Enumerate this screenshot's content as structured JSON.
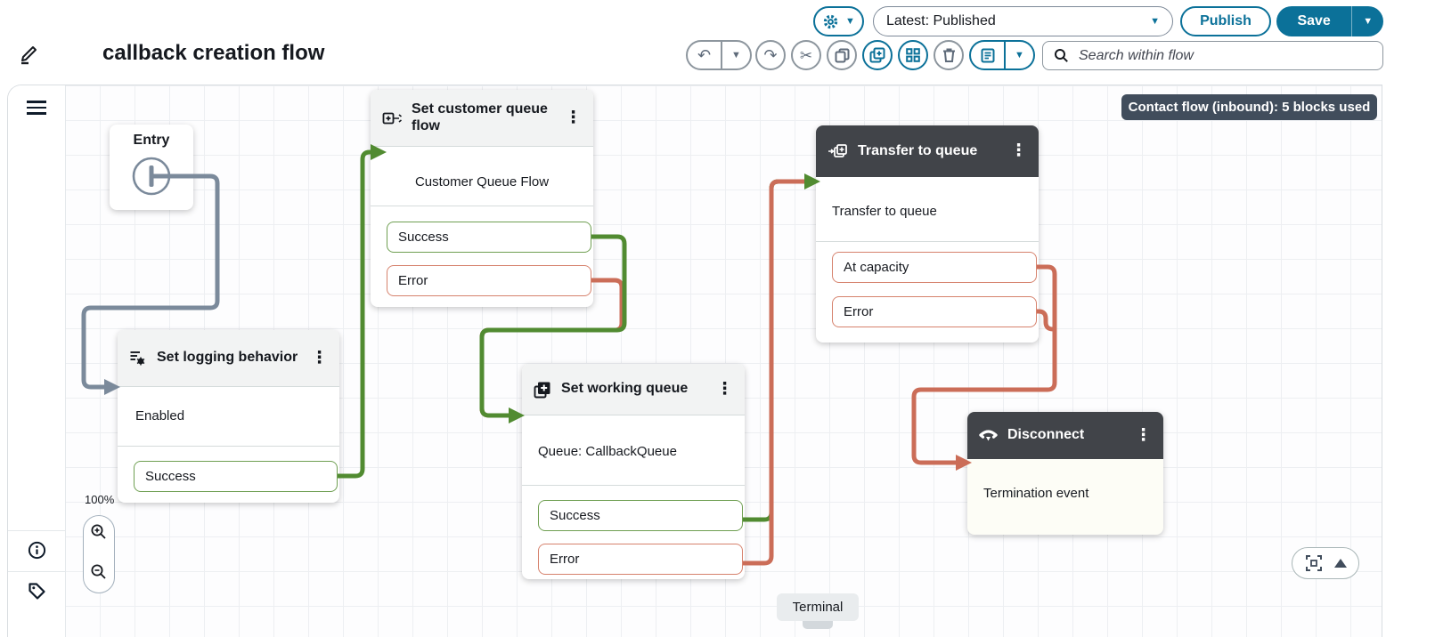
{
  "theme": {
    "accent_teal": "#0b7199",
    "connector_green": "#518b31",
    "connector_salmon": "#cb6d58",
    "connector_slate": "#7b8a9b",
    "dark_header": "#414449",
    "badge_bg": "#414d5c"
  },
  "top_bar": {
    "settings_button": {
      "icon": "gear-icon"
    },
    "version_selector": {
      "value": "Latest: Published"
    },
    "publish_button": {
      "label": "Publish"
    },
    "save_button": {
      "label": "Save"
    }
  },
  "title_bar": {
    "edit_icon": "pencil-icon",
    "title": "callback creation flow"
  },
  "flow_toolbar": {
    "buttons": [
      "undo",
      "undo-menu",
      "redo",
      "cut",
      "copy",
      "add-block",
      "arrange",
      "delete",
      "notes",
      "notes-menu"
    ],
    "search": {
      "placeholder": "Search within flow"
    }
  },
  "canvas": {
    "usage_badge": "Contact flow (inbound): 5 blocks used",
    "zoom_level": "100%",
    "terminal_label": "Terminal",
    "blocks": [
      {
        "id": "entry",
        "icon": "entry-icon",
        "title": "Entry"
      },
      {
        "id": "set-customer-queue-flow",
        "icon": "set-customer-queue-flow-icon",
        "title": "Set customer queue flow",
        "value": "Customer Queue Flow",
        "ports": [
          {
            "label": "Success",
            "type": "success"
          },
          {
            "label": "Error",
            "type": "error"
          }
        ]
      },
      {
        "id": "set-logging-behavior",
        "icon": "set-logging-behavior-icon",
        "title": "Set logging behavior",
        "value": "Enabled",
        "ports": [
          {
            "label": "Success",
            "type": "success"
          }
        ]
      },
      {
        "id": "transfer-to-queue",
        "icon": "transfer-to-queue-icon",
        "title": "Transfer to queue",
        "value": "Transfer to queue",
        "ports": [
          {
            "label": "At capacity",
            "type": "error"
          },
          {
            "label": "Error",
            "type": "error"
          }
        ]
      },
      {
        "id": "set-working-queue",
        "icon": "set-working-queue-icon",
        "title": "Set working queue",
        "value": "Queue: CallbackQueue",
        "ports": [
          {
            "label": "Success",
            "type": "success"
          },
          {
            "label": "Error",
            "type": "error"
          }
        ]
      },
      {
        "id": "disconnect",
        "icon": "disconnect-icon",
        "title": "Disconnect",
        "value": "Termination event",
        "ports": []
      }
    ]
  }
}
